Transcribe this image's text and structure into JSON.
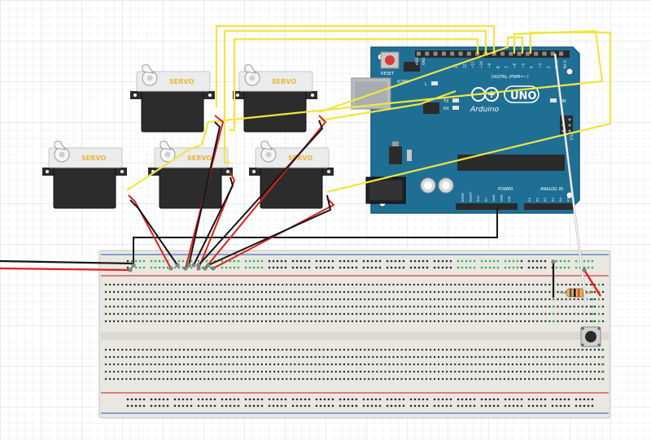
{
  "colors": {
    "grid_minor": "#e8eef6",
    "grid_major": "#cfd9e6",
    "board": "#1f6f94",
    "board_edge": "#165a7a",
    "servo_body": "#2c2c2c",
    "servo_label": "#e7b63a",
    "wire_yellow": "#f1e640",
    "wire_red": "#e0201c",
    "wire_black": "#161616",
    "wire_white": "#e6e6e6",
    "breadboard": "#e9e7e2",
    "rail_red": "#d84040",
    "rail_blue": "#4a72c4",
    "hole_green": "#2db84a"
  },
  "servos": [
    {
      "label": "SERVO"
    },
    {
      "label": "SERVO"
    },
    {
      "label": "SERVO"
    },
    {
      "label": "SERVO"
    },
    {
      "label": "SERVO"
    }
  ],
  "arduino": {
    "brand": "Arduino",
    "model": "UNO",
    "reset_label": "RESET",
    "icsp2_label": "ICSP2",
    "icsp_label": "ICSP",
    "tx_label": "TX",
    "rx_label": "RX",
    "on_label": "ON",
    "aref_label": "AREF",
    "gnd_label": "GND",
    "l_label": "L",
    "digital_label": "DIGITAL (PWM=~)",
    "power_label": "POWER",
    "analog_label": "ANALOG IN",
    "digital_pins": [
      "13",
      "12",
      "~11",
      "~10",
      "~9",
      "8",
      "7",
      "~6",
      "~5",
      "4",
      "~3",
      "2",
      "TX 1",
      "RX 0"
    ],
    "power_pins": [
      "IOREF",
      "RESET",
      "3V3",
      "5V",
      "GND",
      "GND",
      "VIN"
    ],
    "analog_pins": [
      "A0",
      "A1",
      "A2",
      "A3",
      "A4",
      "A5"
    ]
  }
}
